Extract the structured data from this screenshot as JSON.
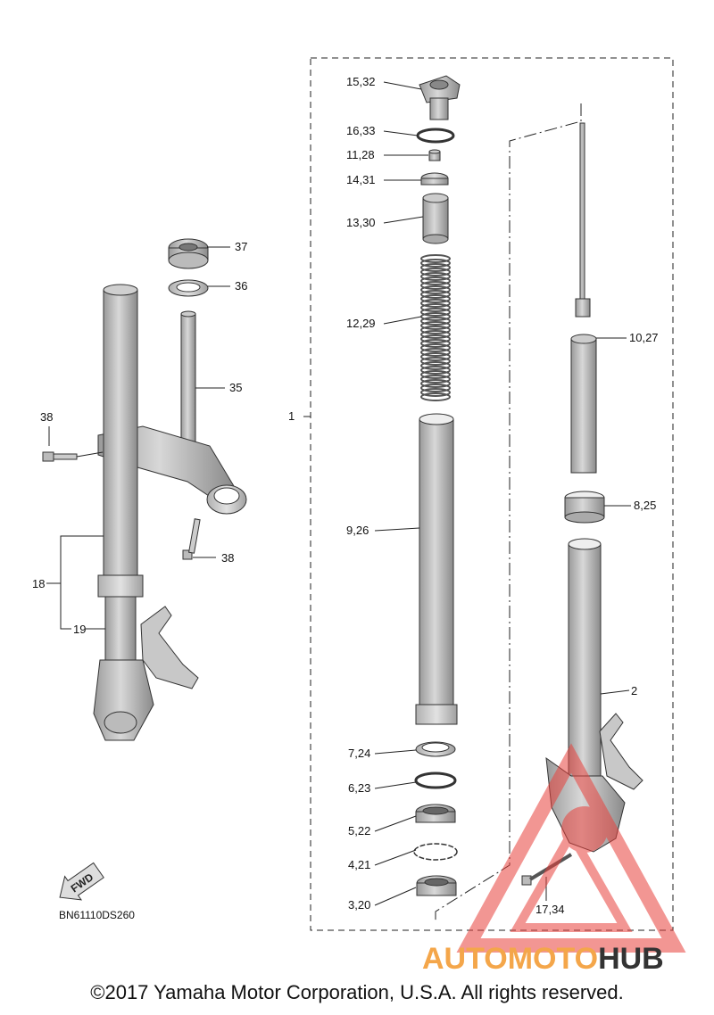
{
  "diagram": {
    "code": "BN61110DS260",
    "fwd_label": "FWD",
    "parts": [
      {
        "id": "p37",
        "label": "37"
      },
      {
        "id": "p36",
        "label": "36"
      },
      {
        "id": "p35",
        "label": "35"
      },
      {
        "id": "p38a",
        "label": "38"
      },
      {
        "id": "p38b",
        "label": "38"
      },
      {
        "id": "p18",
        "label": "18"
      },
      {
        "id": "p19",
        "label": "19"
      },
      {
        "id": "p1",
        "label": "1"
      },
      {
        "id": "p1532",
        "label": "15,32"
      },
      {
        "id": "p1633",
        "label": "16,33"
      },
      {
        "id": "p1128",
        "label": "11,28"
      },
      {
        "id": "p1431",
        "label": "14,31"
      },
      {
        "id": "p1330",
        "label": "13,30"
      },
      {
        "id": "p1229",
        "label": "12,29"
      },
      {
        "id": "p926",
        "label": "9,26"
      },
      {
        "id": "p724",
        "label": "7,24"
      },
      {
        "id": "p623",
        "label": "6,23"
      },
      {
        "id": "p522",
        "label": "5,22"
      },
      {
        "id": "p421",
        "label": "4,21"
      },
      {
        "id": "p320",
        "label": "3,20"
      },
      {
        "id": "p1027",
        "label": "10,27"
      },
      {
        "id": "p825",
        "label": "8,25"
      },
      {
        "id": "p2",
        "label": "2"
      },
      {
        "id": "p1734",
        "label": "17,34"
      }
    ]
  },
  "watermark": {
    "part1": "AUTOMOTO",
    "part2": "HUB",
    "color1": "#f4a64a",
    "color2": "#333333",
    "triangle_color": "#e8413c"
  },
  "copyright": "©2017 Yamaha Motor Corporation, U.S.A. All rights reserved."
}
